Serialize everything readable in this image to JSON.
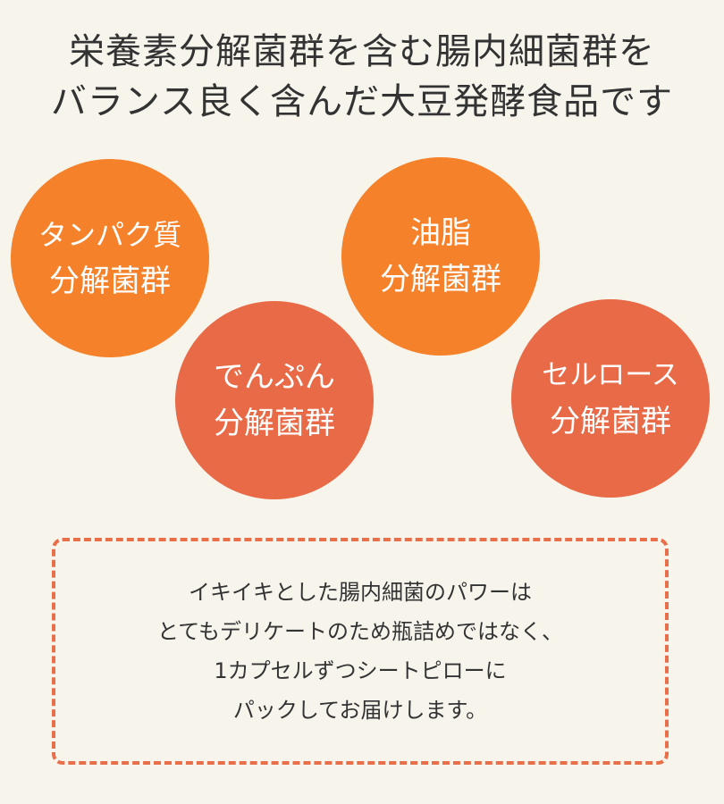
{
  "colors": {
    "background": "#f7f4ec",
    "orange": "#f5822a",
    "coral": "#e86a46",
    "dashed_border": "#e96f4b",
    "text": "#333333"
  },
  "heading": {
    "line1": "栄養素分解菌群を含む腸内細菌群を",
    "line2": "バランス良く含んだ大豆発酵食品です"
  },
  "circles": [
    {
      "line1": "タンパク質",
      "line2": "分解菌群",
      "color": "#f5822a"
    },
    {
      "line1": "油脂",
      "line2": "分解菌群",
      "color": "#f5822a"
    },
    {
      "line1": "でんぷん",
      "line2": "分解菌群",
      "color": "#e86a46"
    },
    {
      "line1": "セルロース",
      "line2": "分解菌群",
      "color": "#e86a46"
    }
  ],
  "note": {
    "lines": [
      "イキイキとした腸内細菌のパワーは",
      "とてもデリケートのため瓶詰めではなく、",
      "1カプセルずつシートピローに",
      "パックしてお届けします。"
    ]
  }
}
